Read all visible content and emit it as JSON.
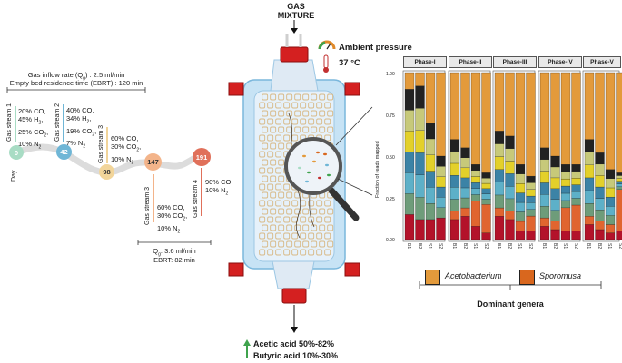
{
  "inlet_label_1": "GAS",
  "inlet_label_2": "MIXTURE",
  "ambient": "Ambient pressure",
  "temperature": "37 °C",
  "flow_top_1": "Gas inflow rate (Q",
  "flow_top_1_sub": "g",
  "flow_top_1_end": ") : 2.5 ml/min",
  "flow_top_2": "Empty bed residence time (EBRT) : 120 min",
  "flow_bottom_1": "Q",
  "flow_bottom_1_sub": "g",
  "flow_bottom_1_end": ": 3.6 ml/min",
  "flow_bottom_2": "EBRT: 82 min",
  "day_label": "Day",
  "timeline": [
    {
      "day": "0",
      "color": "#a8dcc4"
    },
    {
      "day": "42",
      "color": "#6fb6d6"
    },
    {
      "day": "98",
      "color": "#f2d59a"
    },
    {
      "day": "147",
      "color": "#f3b48a"
    },
    {
      "day": "191",
      "color": "#e0705a"
    }
  ],
  "streams": [
    {
      "label": "Gas stream 1",
      "lines": [
        "20% CO,",
        "45% H2,",
        "25% CO2,",
        "10% N2"
      ],
      "color": "#a8dcc4"
    },
    {
      "label": "Gas stream 2",
      "lines": [
        "40% CO,",
        "34% H2,",
        "19% CO2,",
        "7% N2"
      ],
      "color": "#6fb6d6"
    },
    {
      "label": "Gas stream 3",
      "lines": [
        "60% CO,",
        "30% CO2,",
        "10% N2"
      ],
      "color": "#f2d59a"
    },
    {
      "label": "Gas stream 3",
      "lines": [
        "60% CO,",
        "30% CO2,",
        "10% N2"
      ],
      "color": "#f3b48a"
    },
    {
      "label": "Gas stream 4",
      "lines": [
        "90% CO,",
        "10% N2"
      ],
      "color": "#e0705a"
    }
  ],
  "outputs": [
    "Acetic acid 50%-82%",
    "Butyric acid 10%-30%"
  ],
  "chart": {
    "ylabel": "Fraction of reads mapped",
    "yticks": [
      "0.00",
      "0.25",
      "0.50",
      "0.75",
      "1.00"
    ],
    "phases": [
      "Phase-I",
      "Phase-II",
      "Phase-III",
      "Phase-IV",
      "Phase-V"
    ],
    "samples": [
      "B1",
      "B2",
      "S1",
      "S2"
    ]
  },
  "legend": {
    "items": [
      {
        "name": "Acetobacterium",
        "color": "#e39a3b"
      },
      {
        "name": "Sporomusa",
        "color": "#d9671e"
      }
    ],
    "title": "Dominant genera"
  }
}
